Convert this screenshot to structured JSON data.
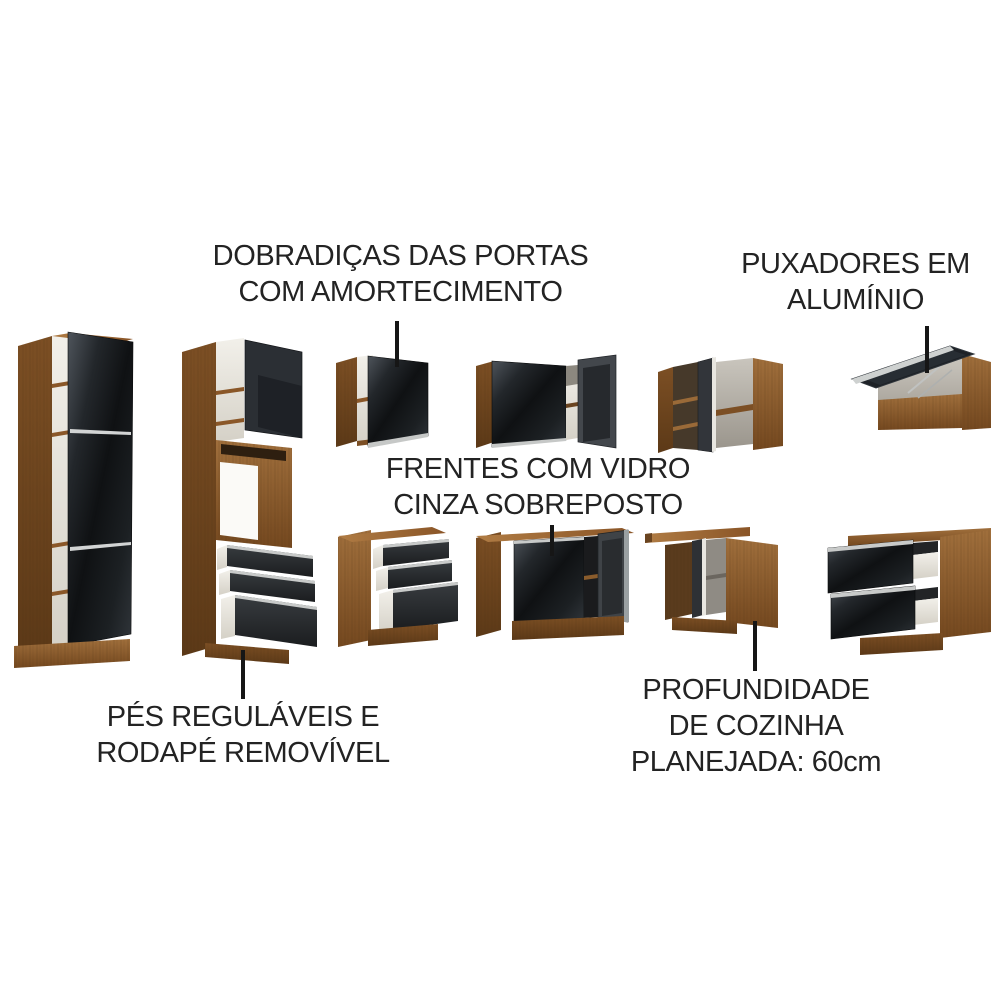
{
  "page": {
    "background_color": "#ffffff",
    "text_color": "#232323"
  },
  "callouts": {
    "hinges": "DOBRADIÇAS DAS PORTAS\nCOM AMORTECIMENTO",
    "handles": "PUXADORES EM\nALUMÍNIO",
    "glass_fronts": "FRENTES COM VIDRO\nCINZA SOBREPOSTO",
    "feet": "PÉS REGULÁVEIS E\nRODAPÉ REMOVÍVEL",
    "depth": "PROFUNDIDADE\nDE COZINHA\nPLANEJADA: 60cm"
  },
  "palette": {
    "wood": "#8a5a2b",
    "wood_dark": "#6a4420",
    "glass_black": "#17191b",
    "drawer_black": "#25282b",
    "aluminum": "#c8cac9",
    "interior_white": "#e9e6df",
    "interior_gray": "#b3afa6",
    "leader_line": "#161616"
  },
  "furniture": {
    "items": [
      {
        "name": "tall pantry cabinet with open smoked-glass door"
      },
      {
        "name": "tall oven tower with open top door and three open drawers"
      },
      {
        "name": "single-door wall cabinet with open door"
      },
      {
        "name": "double-door wall cabinet with one door open"
      },
      {
        "name": "corner wall cabinet with open door and shelves"
      },
      {
        "name": "horizontal flip-up wall cabinet with open door"
      },
      {
        "name": "three-drawer base cabinet with open drawers"
      },
      {
        "name": "double-door base cabinet with one door open"
      },
      {
        "name": "corner base cabinet with countertop and open door"
      },
      {
        "name": "two-drawer base cabinet with open drawers"
      }
    ]
  }
}
